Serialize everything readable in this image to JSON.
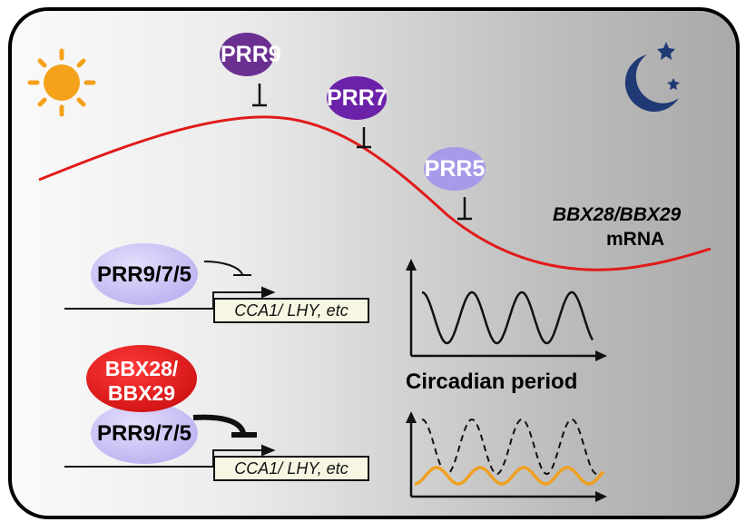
{
  "regulators": {
    "prr9": "PRR9",
    "prr7": "PRR7",
    "prr5": "PRR5"
  },
  "curve": {
    "label_italic": "BBX28/BBX29",
    "label_plain": "mRNA"
  },
  "complex": {
    "prr_label": "PRR9/7/5",
    "bbx_label_line1": "BBX28/",
    "bbx_label_line2": "BBX29"
  },
  "genes": {
    "target_top": "CCA1/ LHY, etc",
    "target_bottom": "CCA1/ LHY, etc"
  },
  "graph": {
    "caption": "Circadian period"
  },
  "icons": [
    "sun-icon",
    "moon-stars-icon"
  ],
  "colors": {
    "sun": "#f5a11b",
    "moon": "#1f3a74",
    "prr9": "#6a2f91",
    "prr7": "#6b21a8",
    "prr5": "#a89ae8",
    "complex_prr": "#c8c0f4",
    "bbx": "#e21a1a",
    "curve": "#e11b1b",
    "orange_wave": "#f0a020"
  }
}
